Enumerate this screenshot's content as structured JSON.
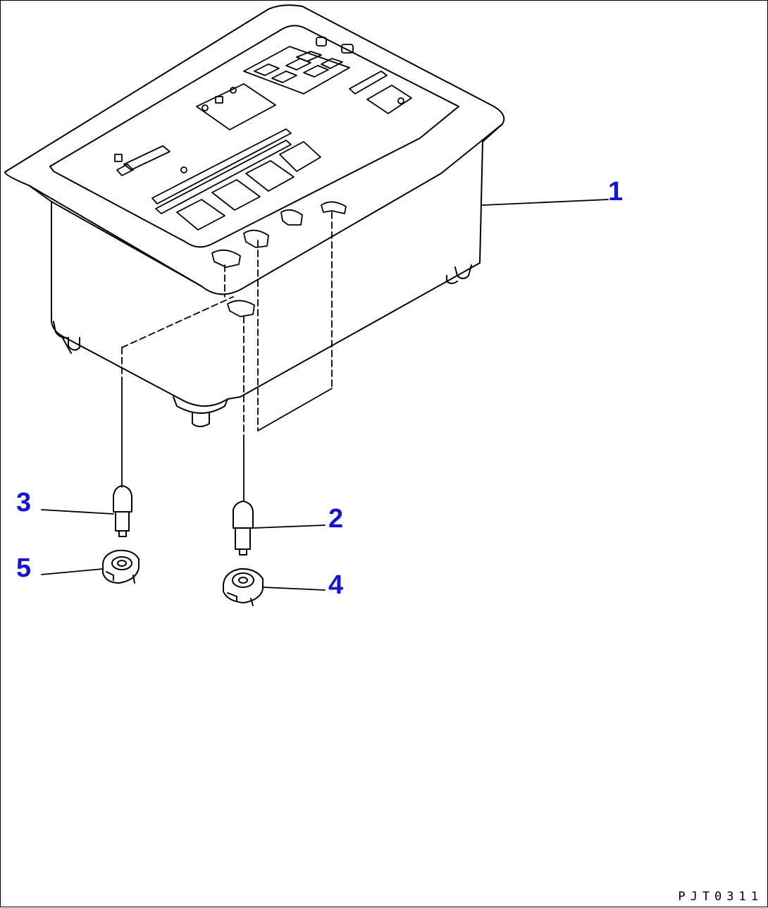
{
  "diagram": {
    "callouts": [
      "1",
      "2",
      "3",
      "4",
      "5"
    ],
    "document_code": "PJT0311",
    "colors": {
      "line": "#000000",
      "callout": "#1414d2",
      "background": "#ffffff"
    }
  }
}
